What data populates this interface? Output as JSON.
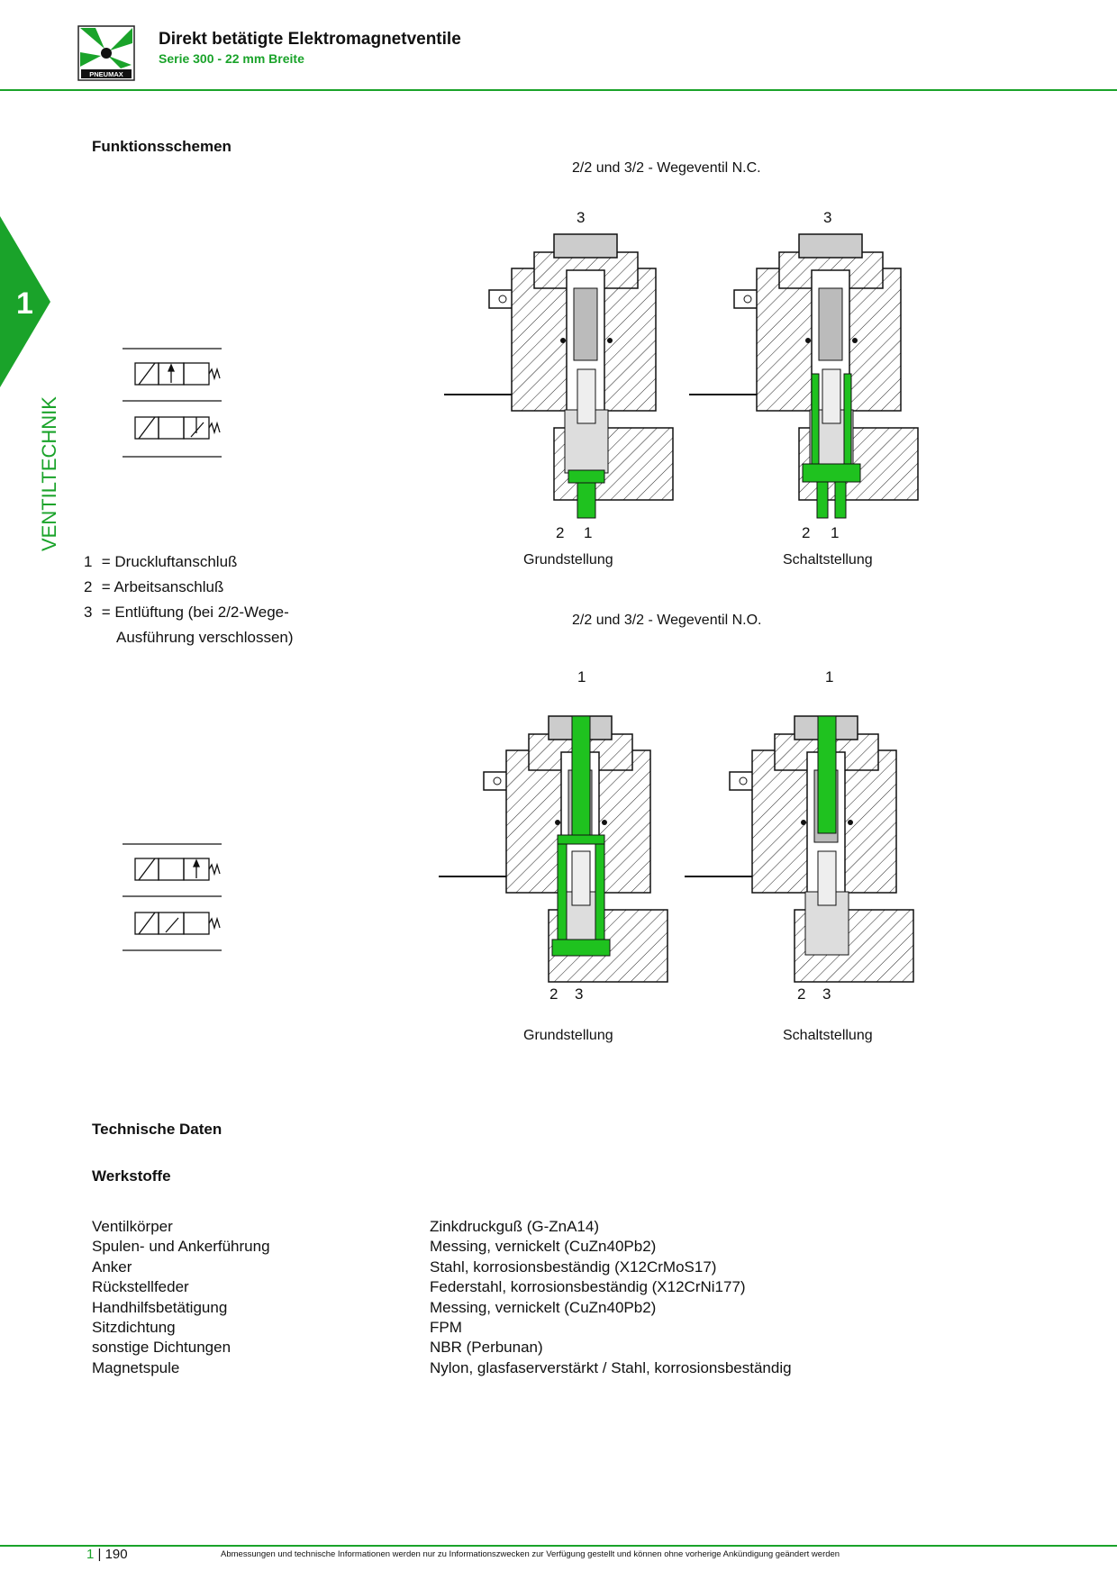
{
  "header": {
    "brand": "PNEUMAX",
    "title": "Direkt betätigte Elektromagnetventile",
    "subtitle": "Serie 300 - 22 mm Breite"
  },
  "sidebar": {
    "chapter": "1",
    "label": "VENTILTECHNIK"
  },
  "section_schemes": "Funktionsschemen",
  "nc": {
    "title": "2/2 und 3/2 - Wegeventil N.C.",
    "left": {
      "top_port": "3",
      "bottom_ports": [
        "2",
        "1"
      ],
      "caption": "Grundstellung"
    },
    "right": {
      "top_port": "3",
      "bottom_ports": [
        "2",
        "1"
      ],
      "caption": "Schaltstellung"
    }
  },
  "no": {
    "title": "2/2 und 3/2 - Wegeventil N.O.",
    "left": {
      "top_port": "1",
      "bottom_ports": [
        "2",
        "3"
      ],
      "caption": "Grundstellung"
    },
    "right": {
      "top_port": "1",
      "bottom_ports": [
        "2",
        "3"
      ],
      "caption": "Schaltstellung"
    }
  },
  "legend": [
    {
      "n": "1",
      "text": "Druckluftanschluß"
    },
    {
      "n": "2",
      "text": "Arbeitsanschluß"
    },
    {
      "n": "3",
      "text": "Entlüftung (bei 2/2-Wege-"
    },
    {
      "n": "",
      "text": "Ausführung verschlossen)"
    }
  ],
  "section_tech": "Technische Daten",
  "section_materials": "Werkstoffe",
  "materials": [
    {
      "k": "Ventilkörper",
      "v": "Zinkdruckguß (G-ZnA14)"
    },
    {
      "k": "Spulen- und Ankerführung",
      "v": "Messing, vernickelt (CuZn40Pb2)"
    },
    {
      "k": "Anker",
      "v": "Stahl, korrosionsbeständig (X12CrMoS17)"
    },
    {
      "k": "Rückstellfeder",
      "v": "Federstahl, korrosionsbeständig (X12CrNi177)"
    },
    {
      "k": "Handhilfsbetätigung",
      "v": "Messing, vernickelt (CuZn40Pb2)"
    },
    {
      "k": "Sitzdichtung",
      "v": "FPM"
    },
    {
      "k": "sonstige Dichtungen",
      "v": "NBR (Perbunan)"
    },
    {
      "k": "Magnetspule",
      "v": "Nylon, glasfaserverstärkt / Stahl, korrosionsbeständig"
    }
  ],
  "footer": {
    "chapter": "1",
    "page": "190",
    "disclaimer": "Abmessungen und technische Informationen werden nur zu Informationszwecken zur Verfügung gestellt und können ohne vorherige Ankündigung geändert werden"
  },
  "colors": {
    "accent": "#1aa32a",
    "flow": "#1fc21f"
  }
}
